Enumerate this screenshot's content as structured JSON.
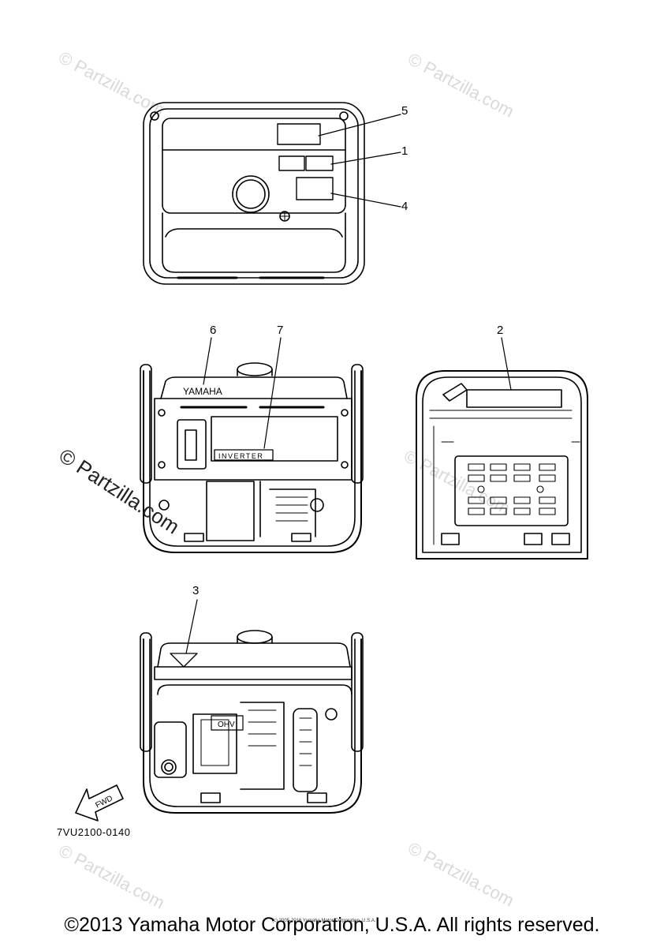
{
  "callouts": {
    "c1": "1",
    "c2": "2",
    "c3": "3",
    "c4": "4",
    "c5": "5",
    "c6": "6",
    "c7": "7"
  },
  "labels": {
    "brand": "YAMAHA",
    "inverter": "INVERTER",
    "ohv": "OHV",
    "fwd": "FWD"
  },
  "part_code": "7VU2100-0140",
  "watermark_text": "© Partzilla.com",
  "watermark_small": "© Partzilla.com",
  "copyright": "©2013 Yamaha Motor Corporation, U.S.A. All rights reserved.",
  "tiny_note": "(c) 2005-2016 Yamaha Motor Corporation, U.S.A."
}
